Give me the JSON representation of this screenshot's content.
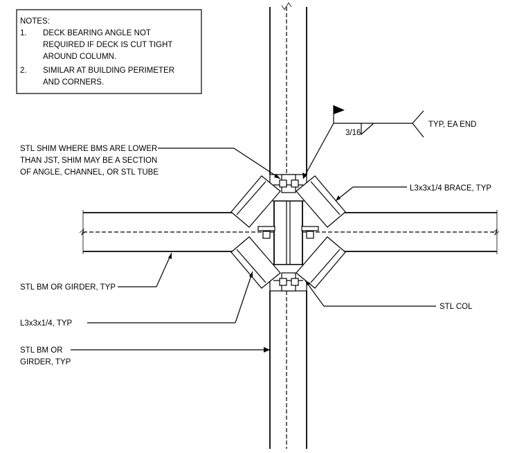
{
  "notes": {
    "heading": "NOTES:",
    "items": [
      {
        "num": "1.",
        "line1": "DECK BEARING ANGLE NOT",
        "line2": "REQUIRED IF DECK IS CUT TIGHT",
        "line3": "AROUND COLUMN."
      },
      {
        "num": "2.",
        "line1": "SIMILAR AT BUILDING PERIMETER",
        "line2": "AND CORNERS."
      }
    ]
  },
  "labels": {
    "weld_size": "3/16",
    "weld_note": "TYP, EA END",
    "shim_line1": "STL SHIM WHERE BMS ARE LOWER",
    "shim_line2": "THAN JST, SHIM MAY BE A SECTION",
    "shim_line3": "OF ANGLE, CHANNEL, OR STL TUBE",
    "brace": "L3x3x1/4 BRACE, TYP",
    "beam_girder": "STL BM OR GIRDER, TYP",
    "angle": "L3x3x1/4, TYP",
    "column": "STL COL",
    "beam2_line1": "STL BM OR",
    "beam2_line2": "GIRDER, TYP"
  }
}
